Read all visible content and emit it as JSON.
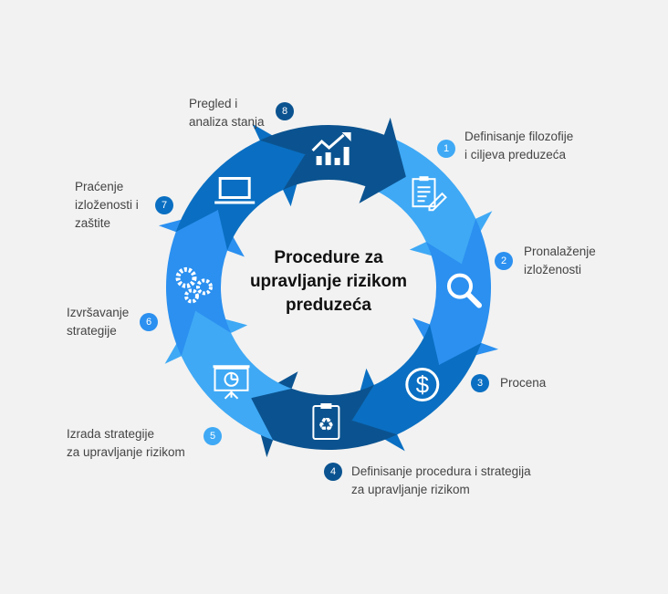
{
  "title": [
    "Procedure za",
    "upravljanje rizikom",
    "preduzeća"
  ],
  "colors": {
    "light": "#3fa9f5",
    "mid": "#2b90f0",
    "deep": "#0a6fc2",
    "dark": "#0b5390",
    "background": "#f2f2f2"
  },
  "steps": [
    {
      "num": "1",
      "lines": [
        "Definisanje filozofije",
        "i ciljeva preduzeća"
      ],
      "icon": "clipboard-pencil-icon",
      "color": "#3fa9f5"
    },
    {
      "num": "2",
      "lines": [
        "Pronalaženje",
        "izloženosti"
      ],
      "icon": "magnifier-icon",
      "color": "#2b90f0"
    },
    {
      "num": "3",
      "lines": [
        "Procena"
      ],
      "icon": "dollar-icon",
      "color": "#0a6fc2"
    },
    {
      "num": "4",
      "lines": [
        "Definisanje procedura i strategija",
        "za upravljanje rizikom"
      ],
      "icon": "recycle-clipboard-icon",
      "color": "#0b5390"
    },
    {
      "num": "5",
      "lines": [
        "Izrada strategije",
        "za upravljanje rizikom"
      ],
      "icon": "presentation-board-icon",
      "color": "#3fa9f5"
    },
    {
      "num": "6",
      "lines": [
        "Izvršavanje",
        "strategije"
      ],
      "icon": "gears-icon",
      "color": "#2b90f0"
    },
    {
      "num": "7",
      "lines": [
        "Praćenje",
        "izloženosti i",
        "zaštite"
      ],
      "icon": "laptop-icon",
      "color": "#0a6fc2"
    },
    {
      "num": "8",
      "lines": [
        "Pregled i",
        "analiza stanja"
      ],
      "icon": "growth-chart-icon",
      "color": "#0b5390"
    }
  ]
}
